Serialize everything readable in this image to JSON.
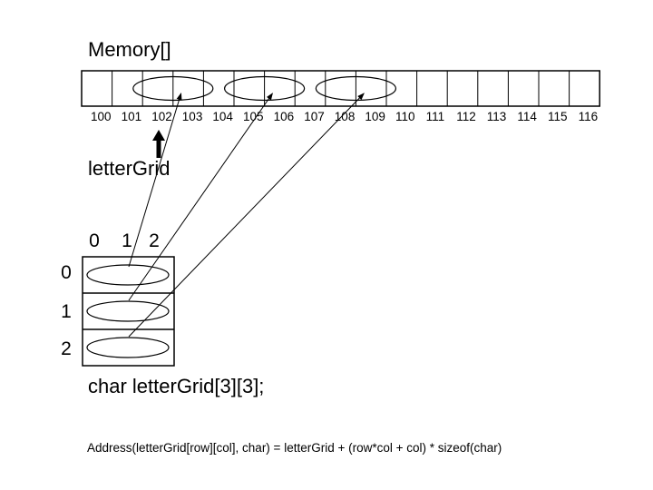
{
  "memory": {
    "title": "Memory[]",
    "addresses": [
      "100",
      "101",
      "102",
      "103",
      "104",
      "105",
      "106",
      "107",
      "108",
      "109",
      "110",
      "111",
      "112",
      "113",
      "114",
      "115",
      "116"
    ],
    "ovals_over_cells": [
      [
        2,
        3
      ],
      [
        5,
        6
      ],
      [
        8,
        9
      ]
    ]
  },
  "pointer": {
    "label": "letterGrid",
    "points_to_address": "102"
  },
  "grid": {
    "col_labels": [
      "0",
      "1",
      "2"
    ],
    "row_labels": [
      "0",
      "1",
      "2"
    ],
    "declaration": "char letterGrid[3][3];"
  },
  "mappings": [
    {
      "grid_row": "0",
      "memory_address": "103"
    },
    {
      "grid_row": "1",
      "memory_address": "106"
    },
    {
      "grid_row": "2",
      "memory_address": "109"
    }
  ],
  "formula": "Address(letterGrid[row][col], char) = letterGrid + (row*col + col) * sizeof(char)",
  "colors": {
    "stroke": "#000000",
    "background": "#ffffff"
  }
}
